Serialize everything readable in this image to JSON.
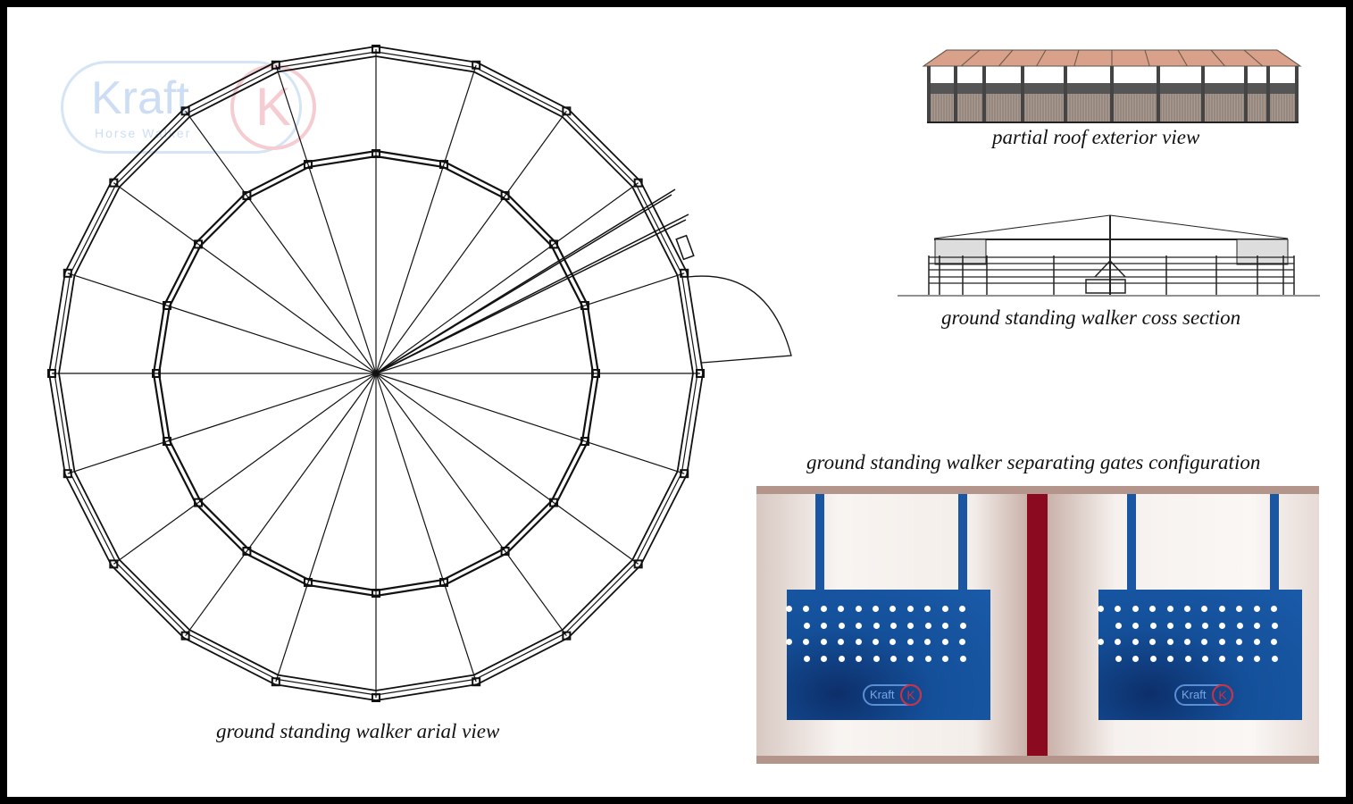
{
  "logo": {
    "word": "Kraft",
    "subtitle": "Horse Walker",
    "mark": "K"
  },
  "captions": {
    "aerial": "ground standing walker arial view",
    "roof": "partial roof exterior view",
    "section": "ground standing walker coss section",
    "gates": "ground standing walker separating gates configuration"
  },
  "colors": {
    "roof": "#d9a08a",
    "post": "#8b0a1f",
    "panel": "#1a5aa8",
    "rail": "#b3958b"
  }
}
